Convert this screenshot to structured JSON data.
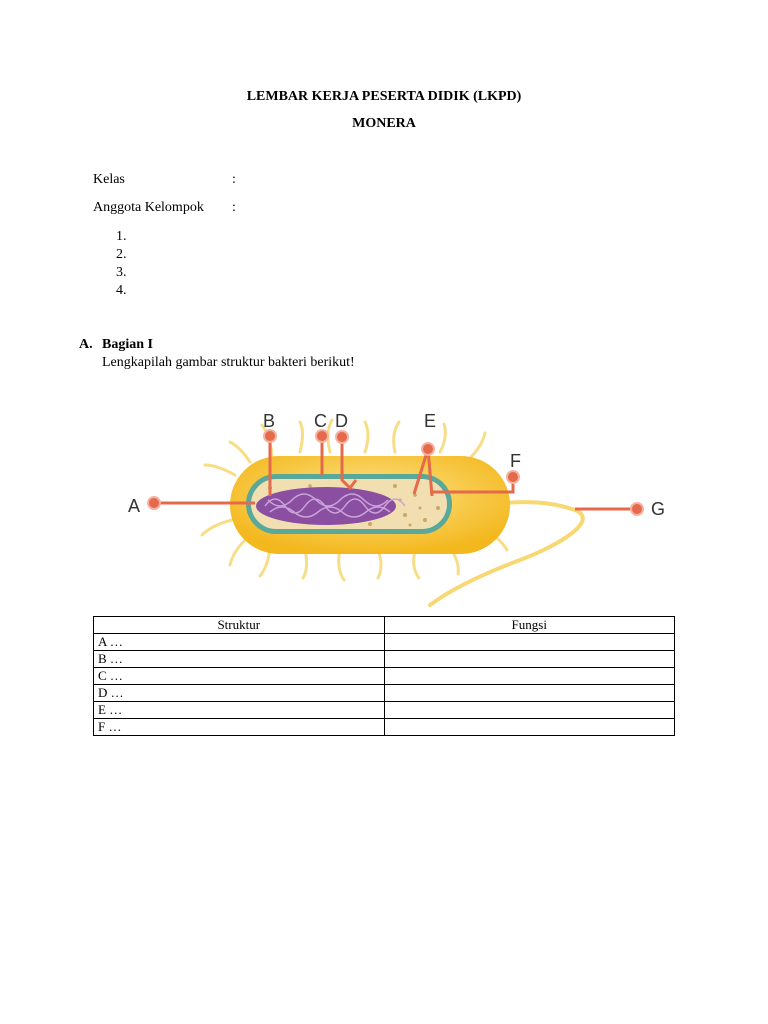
{
  "header": {
    "title": "LEMBAR KERJA PESERTA DIDIK (LKPD)",
    "subtitle": "MONERA"
  },
  "identity": {
    "kelas_label": "Kelas",
    "kelas_colon": ":",
    "anggota_label": "Anggota Kelompok",
    "anggota_colon": ":",
    "members": [
      "1.",
      "2.",
      "3.",
      "4."
    ]
  },
  "section_a": {
    "letter": "A.",
    "heading": "Bagian I",
    "instruction": "Lengkapilah gambar struktur bakteri berikut!"
  },
  "diagram": {
    "labels": [
      "A",
      "B",
      "C",
      "D",
      "E",
      "F",
      "G"
    ],
    "colors": {
      "capsule": "#f7c531",
      "cell_wall": "#5aa89a",
      "cytoplasm": "#f1dfb2",
      "nucleoid": "#8a4fa0",
      "pointer": "#e56a4b"
    }
  },
  "table": {
    "headers": [
      "Struktur",
      "Fungsi"
    ],
    "rows": [
      [
        "A …",
        ""
      ],
      [
        "B …",
        ""
      ],
      [
        "C …",
        ""
      ],
      [
        "D …",
        ""
      ],
      [
        "E …",
        ""
      ],
      [
        "F …",
        ""
      ]
    ]
  }
}
